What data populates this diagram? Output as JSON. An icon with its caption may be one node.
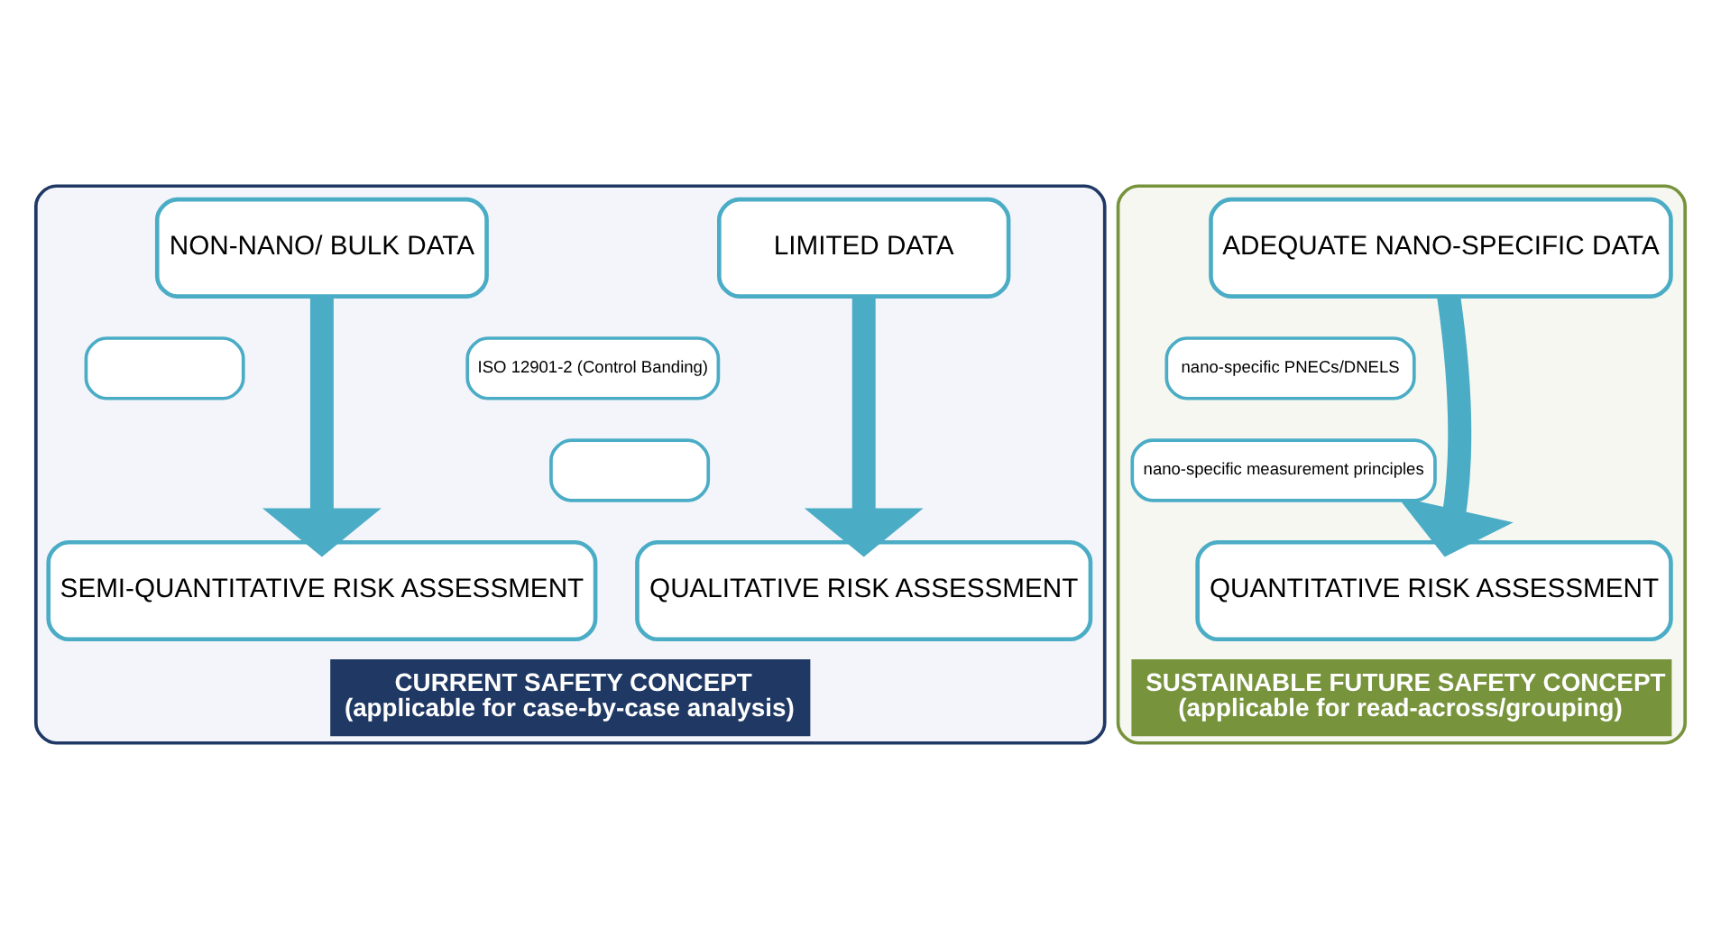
{
  "diagram": {
    "nodes": [
      {
        "text": [
          "CURRENT SAFETY CONCEPT",
          "(applicable for case-by-case analysis)"
        ]
      },
      {
        "text": [
          "LIMITED DATA"
        ],
        "in": 0
      },
      {
        "text": [
          "NON-NANO/ BULK DATA"
        ],
        "in": 0
      },
      {
        "text": [
          "ISO 12901-2 (Control Banding)"
        ],
        "in": 0
      },
      {
        "text": [],
        "shape": "box",
        "in": 0
      },
      {
        "text": [],
        "shape": "box",
        "in": 0
      },
      {
        "text": [
          "QUALITATIVE RISK ASSESSMENT"
        ],
        "in": 0
      },
      {
        "text": [
          "SEMI-QUANTITATIVE RISK ASSESSMENT"
        ],
        "in": 0
      },
      {
        "text": [
          "SUSTAINABLE FUTURE SAFETY CONCEPT",
          "(applicable for read-across/grouping)"
        ]
      },
      {
        "text": [
          "ADEQUATE NANO-SPECIFIC DATA"
        ],
        "in": 8
      },
      {
        "text": [
          "nano-specific PNECs/DNELS"
        ],
        "in": 8
      },
      {
        "text": [
          "nano-specific measurement principles"
        ],
        "in": 8
      },
      {
        "text": [
          "QUANTITATIVE RISK ASSESSMENT"
        ],
        "in": 8
      }
    ],
    "edges": [
      {
        "from": 1,
        "to": 6,
        "arrow": "to"
      },
      {
        "from": 2,
        "to": 7,
        "arrow": "to"
      },
      {
        "from": 9,
        "to": 12,
        "arrow": "to"
      }
    ]
  }
}
